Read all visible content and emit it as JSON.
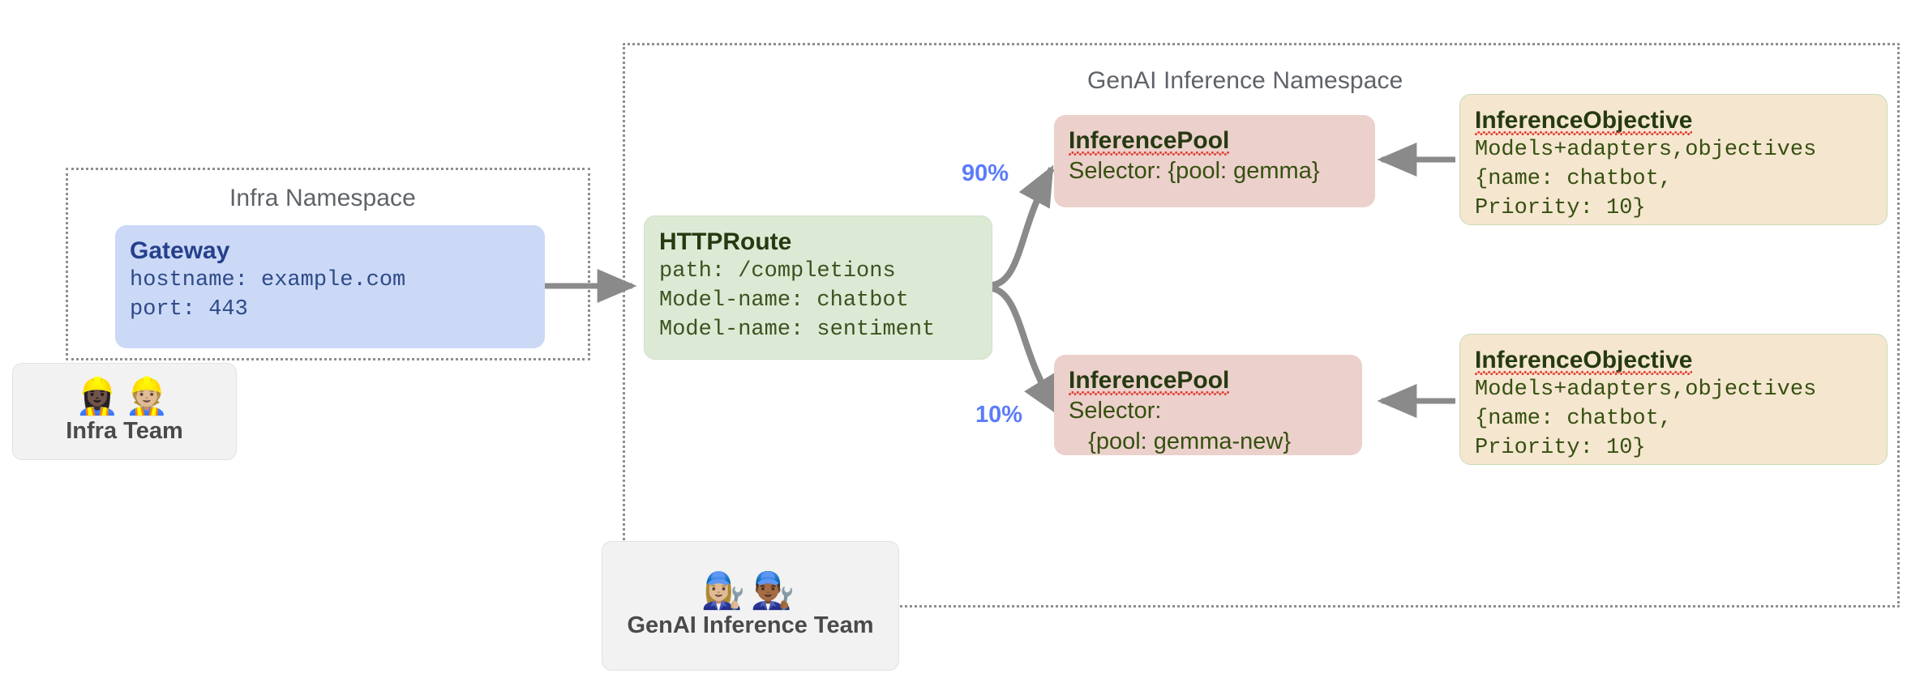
{
  "namespaces": [
    {
      "id": "infra",
      "title": "Infra Namespace"
    },
    {
      "id": "genai",
      "title": "GenAI Inference Namespace"
    }
  ],
  "nodes": {
    "gateway": {
      "title": "Gateway",
      "lines": [
        "hostname: example.com",
        "port: 443"
      ]
    },
    "httproute": {
      "title": "HTTPRoute",
      "lines": [
        "path: /completions",
        "Model-name: chatbot",
        "Model-name: sentiment"
      ]
    },
    "pool_gemma": {
      "title": "InferencePool",
      "lines": [
        "Selector: {pool: gemma}"
      ]
    },
    "pool_gemma_new": {
      "title": "InferencePool",
      "lines": [
        "Selector:",
        "   {pool: gemma-new}"
      ]
    },
    "objective_top": {
      "title": "InferenceObjective",
      "lines": [
        "Models+adapters,objectives",
        "{name: chatbot,",
        "Priority: 10}"
      ]
    },
    "objective_bottom": {
      "title": "InferenceObjective",
      "lines": [
        "Models+adapters,objectives",
        "{name: chatbot,",
        "Priority: 10}"
      ]
    }
  },
  "teams": [
    {
      "id": "infra-team",
      "label": "Infra Team",
      "emojis": "👷🏿‍♀️👷🏼"
    },
    {
      "id": "genai-inference-team",
      "label": "GenAI Inference Team",
      "emojis": "👩🏼‍🔧👨🏾‍🔧"
    }
  ],
  "edges": [
    {
      "id": "gateway-to-httproute",
      "label": ""
    },
    {
      "id": "httproute-to-pool-gemma",
      "label": "90%"
    },
    {
      "id": "httproute-to-pool-gemma-new",
      "label": "10%"
    },
    {
      "id": "objective-top-to-pool-gemma",
      "label": ""
    },
    {
      "id": "objective-bottom-to-pool-gemma-new",
      "label": ""
    }
  ],
  "colors": {
    "gateway_fill": "#cbd9f7",
    "route_fill": "#dcead5",
    "pool_fill": "#ecd0cc",
    "objective_fill": "#f5e6d0",
    "team_fill": "#f2f2f2",
    "edge_stroke": "#8a8a8a",
    "percent_label": "#5b7cfa",
    "namespace_border": "#8e8e8e",
    "spellcheck_underline": "#e03a2f"
  }
}
